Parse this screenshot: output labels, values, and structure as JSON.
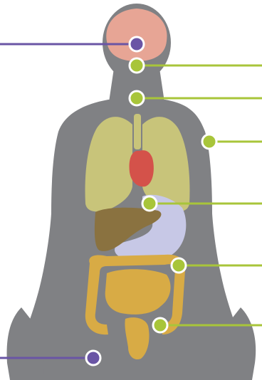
{
  "diagram": {
    "colors": {
      "background": "#ffffff",
      "body": "#808184",
      "brain": "#e7a595",
      "lungs": "#c8c47a",
      "trachea": "#c8c47a",
      "heart": "#d4524a",
      "liver": "#8a7240",
      "stomach": "#c7c8e6",
      "intestines": "#d8ab45",
      "purple_marker": "#6a55a5",
      "green_marker": "#a8c53a",
      "marker_ring": "#ffffff"
    },
    "organs": [
      {
        "name": "brain",
        "color": "brain"
      },
      {
        "name": "lungs",
        "color": "lungs"
      },
      {
        "name": "heart",
        "color": "heart"
      },
      {
        "name": "liver",
        "color": "liver"
      },
      {
        "name": "stomach",
        "color": "stomach"
      },
      {
        "name": "intestines",
        "color": "intestines"
      }
    ],
    "markers": [
      {
        "target": "brain",
        "color": "purple_marker",
        "side": "left"
      },
      {
        "target": "throat",
        "color": "green_marker",
        "side": "right"
      },
      {
        "target": "neck-base",
        "color": "green_marker",
        "side": "right"
      },
      {
        "target": "upper-arm",
        "color": "green_marker",
        "side": "right"
      },
      {
        "target": "stomach",
        "color": "green_marker",
        "side": "right"
      },
      {
        "target": "small-intestine",
        "color": "green_marker",
        "side": "right"
      },
      {
        "target": "colon",
        "color": "green_marker",
        "side": "right"
      },
      {
        "target": "lower-abdomen",
        "color": "purple_marker",
        "side": "left"
      }
    ]
  }
}
